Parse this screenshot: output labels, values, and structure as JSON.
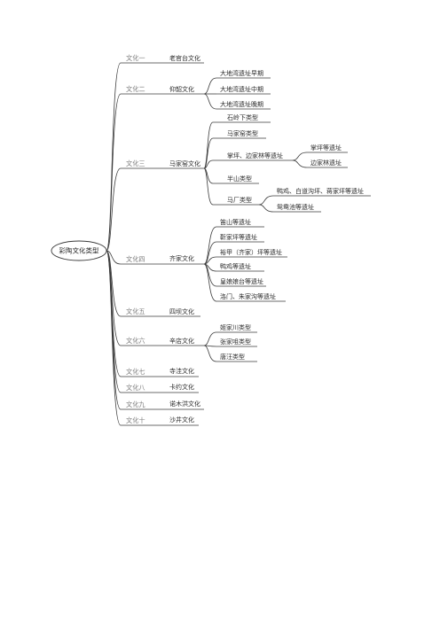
{
  "root": "彩陶文化类型",
  "branches": [
    {
      "label": "文化一",
      "child": "老官台文化"
    },
    {
      "label": "文化二",
      "child": "仰韶文化",
      "items": [
        {
          "label": "大地湾遗址早期"
        },
        {
          "label": "大地湾遗址中期"
        },
        {
          "label": "大地湾遗址晚期"
        }
      ]
    },
    {
      "label": "文化三",
      "child": "马家窑文化",
      "items": [
        {
          "label": "石岭下类型"
        },
        {
          "label": "马家窑类型"
        },
        {
          "label": "掌坪、边家林等遗址",
          "items": [
            {
              "label": "掌坪等遗址"
            },
            {
              "label": "边家林遗址"
            }
          ]
        },
        {
          "label": "半山类型"
        },
        {
          "label": "马厂类型",
          "items": [
            {
              "label": "鸭鸡、白道沟坪、蒋家坪等遗址"
            },
            {
              "label": "鸳鸯池等遗址"
            }
          ]
        }
      ]
    },
    {
      "label": "文化四",
      "child": "齐家文化",
      "items": [
        {
          "label": "笛山等遗址"
        },
        {
          "label": "靳家坪等遗址"
        },
        {
          "label": "裕甲（齐家）坪等遗址"
        },
        {
          "label": "鸭鸡等遗址"
        },
        {
          "label": "皇娘娘台等遗址"
        },
        {
          "label": "洛门、朱家沟等遗址"
        }
      ]
    },
    {
      "label": "文化五",
      "child": "四坝文化"
    },
    {
      "label": "文化六",
      "child": "辛店文化",
      "items": [
        {
          "label": "姬家川类型"
        },
        {
          "label": "张家咀类型"
        },
        {
          "label": "唐汪类型"
        }
      ]
    },
    {
      "label": "文化七",
      "child": "寺洼文化"
    },
    {
      "label": "文化八",
      "child": "卡约文化"
    },
    {
      "label": "文化九",
      "child": "诺木洪文化"
    },
    {
      "label": "文化十",
      "child": "沙井文化"
    }
  ]
}
